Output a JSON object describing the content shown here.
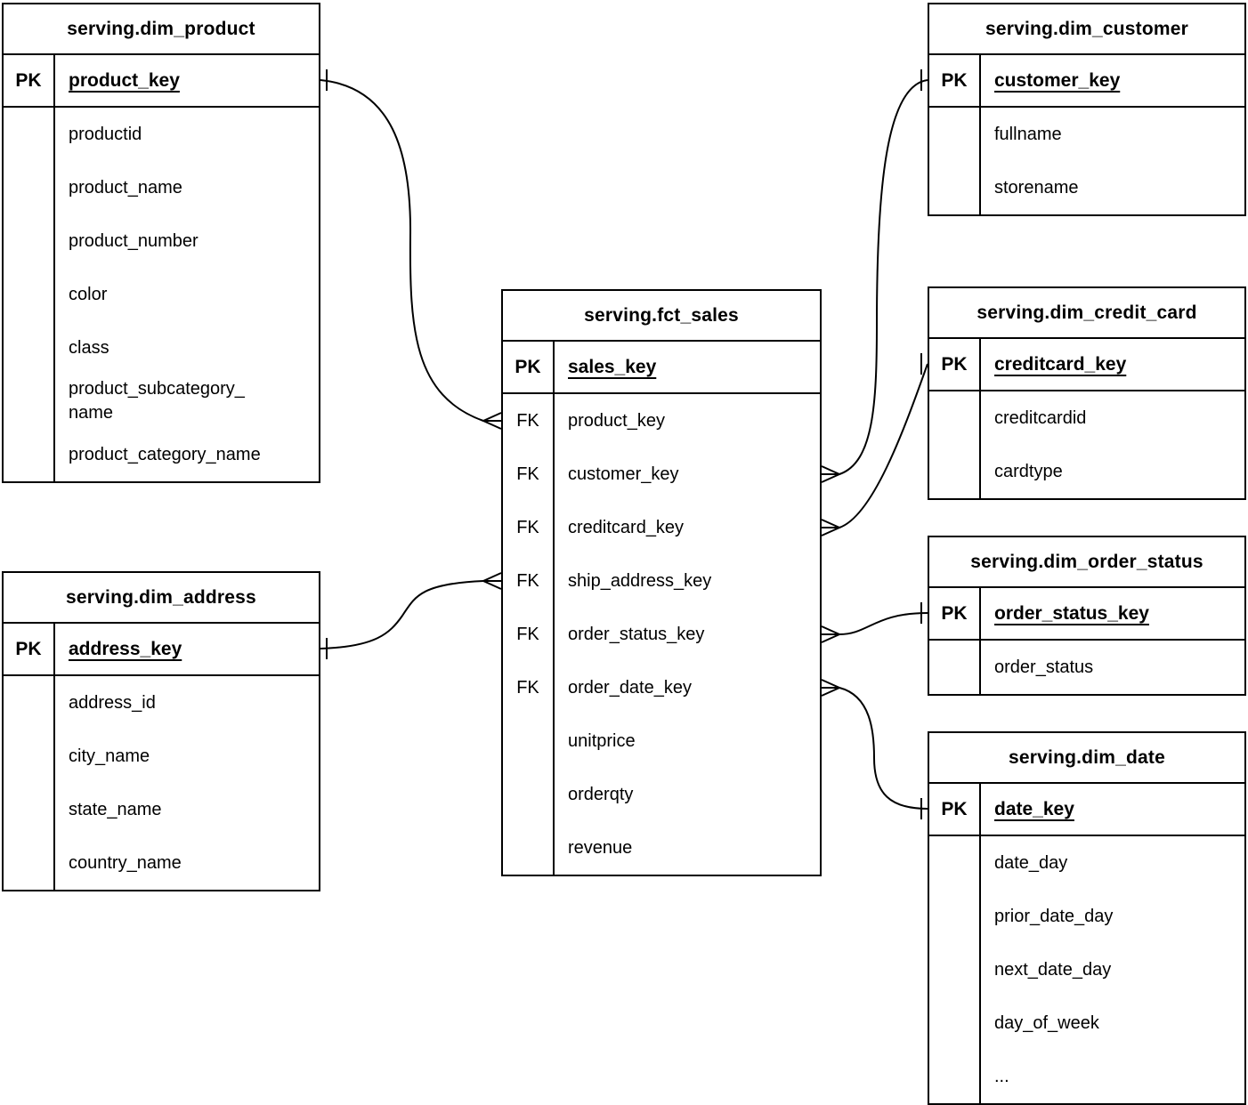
{
  "diagram_type": "entity-relationship",
  "colors": {
    "background": "#ffffff",
    "line": "#000000",
    "text": "#000000"
  },
  "tables": [
    {
      "name": "serving.dim_product",
      "pk": {
        "tag": "PK",
        "name": "product_key"
      },
      "fields": [
        {
          "tag": "",
          "name": "productid"
        },
        {
          "tag": "",
          "name": "product_name"
        },
        {
          "tag": "",
          "name": "product_number"
        },
        {
          "tag": "",
          "name": "color"
        },
        {
          "tag": "",
          "name": "class"
        },
        {
          "tag": "",
          "name": "product_subcategory_\nname"
        },
        {
          "tag": "",
          "name": "product_category_name"
        }
      ]
    },
    {
      "name": "serving.dim_address",
      "pk": {
        "tag": "PK",
        "name": "address_key"
      },
      "fields": [
        {
          "tag": "",
          "name": "address_id"
        },
        {
          "tag": "",
          "name": "city_name"
        },
        {
          "tag": "",
          "name": "state_name"
        },
        {
          "tag": "",
          "name": "country_name"
        }
      ]
    },
    {
      "name": "serving.fct_sales",
      "pk": {
        "tag": "PK",
        "name": "sales_key"
      },
      "fields": [
        {
          "tag": "FK",
          "name": "product_key"
        },
        {
          "tag": "FK",
          "name": "customer_key"
        },
        {
          "tag": "FK",
          "name": "creditcard_key"
        },
        {
          "tag": "FK",
          "name": "ship_address_key"
        },
        {
          "tag": "FK",
          "name": "order_status_key"
        },
        {
          "tag": "FK",
          "name": "order_date_key"
        },
        {
          "tag": "",
          "name": "unitprice"
        },
        {
          "tag": "",
          "name": "orderqty"
        },
        {
          "tag": "",
          "name": "revenue"
        }
      ]
    },
    {
      "name": "serving.dim_customer",
      "pk": {
        "tag": "PK",
        "name": "customer_key"
      },
      "fields": [
        {
          "tag": "",
          "name": "fullname"
        },
        {
          "tag": "",
          "name": "storename"
        }
      ]
    },
    {
      "name": "serving.dim_credit_card",
      "pk": {
        "tag": "PK",
        "name": "creditcard_key"
      },
      "fields": [
        {
          "tag": "",
          "name": "creditcardid"
        },
        {
          "tag": "",
          "name": "cardtype"
        }
      ]
    },
    {
      "name": "serving.dim_order_status",
      "pk": {
        "tag": "PK",
        "name": "order_status_key"
      },
      "fields": [
        {
          "tag": "",
          "name": "order_status"
        }
      ]
    },
    {
      "name": "serving.dim_date",
      "pk": {
        "tag": "PK",
        "name": "date_key"
      },
      "fields": [
        {
          "tag": "",
          "name": "date_day"
        },
        {
          "tag": "",
          "name": "prior_date_day"
        },
        {
          "tag": "",
          "name": "next_date_day"
        },
        {
          "tag": "",
          "name": "day_of_week"
        },
        {
          "tag": "",
          "name": "..."
        }
      ]
    }
  ],
  "connections": [
    {
      "from_table": "serving.fct_sales",
      "from_field": "product_key",
      "from_cardinality": "many",
      "to_table": "serving.dim_product",
      "to_field": "product_key",
      "to_cardinality": "one"
    },
    {
      "from_table": "serving.fct_sales",
      "from_field": "ship_address_key",
      "from_cardinality": "many",
      "to_table": "serving.dim_address",
      "to_field": "address_key",
      "to_cardinality": "one"
    },
    {
      "from_table": "serving.fct_sales",
      "from_field": "customer_key",
      "from_cardinality": "many",
      "to_table": "serving.dim_customer",
      "to_field": "customer_key",
      "to_cardinality": "one"
    },
    {
      "from_table": "serving.fct_sales",
      "from_field": "creditcard_key",
      "from_cardinality": "many",
      "to_table": "serving.dim_credit_card",
      "to_field": "creditcard_key",
      "to_cardinality": "one"
    },
    {
      "from_table": "serving.fct_sales",
      "from_field": "order_status_key",
      "from_cardinality": "many",
      "to_table": "serving.dim_order_status",
      "to_field": "order_status_key",
      "to_cardinality": "one"
    },
    {
      "from_table": "serving.fct_sales",
      "from_field": "order_date_key",
      "from_cardinality": "many",
      "to_table": "serving.dim_date",
      "to_field": "date_key",
      "to_cardinality": "one"
    }
  ]
}
